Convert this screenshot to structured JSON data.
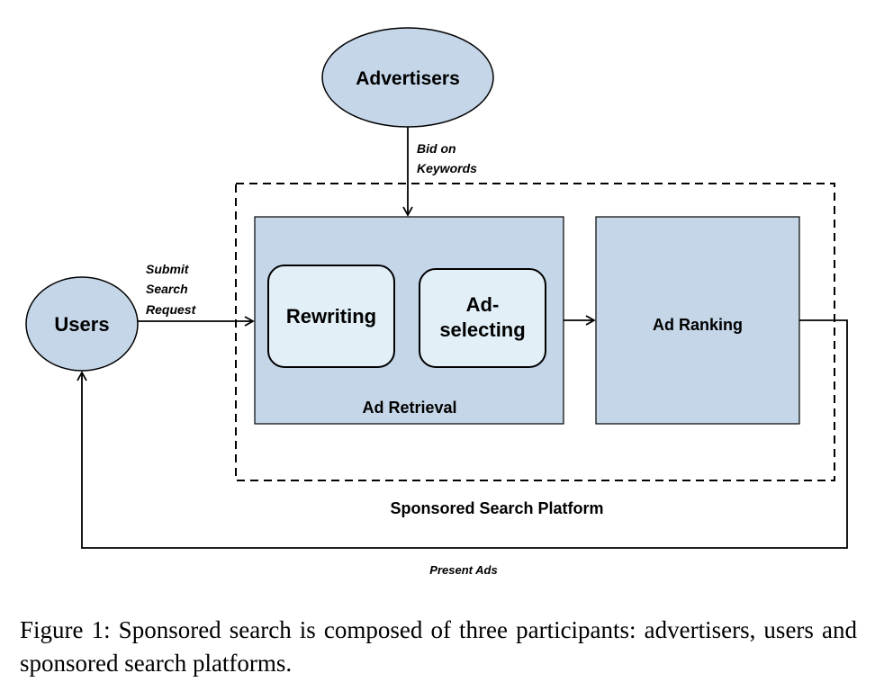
{
  "colors": {
    "node_fill": "#c5d6e8",
    "inner_fill": "#e2eff7",
    "stroke": "#000000",
    "background": "#ffffff"
  },
  "nodes": {
    "advertisers": "Advertisers",
    "users": "Users",
    "rewriting": "Rewriting",
    "ad_selecting_line1": "Ad-",
    "ad_selecting_line2": "selecting",
    "ad_retrieval": "Ad Retrieval",
    "ad_ranking": "Ad Ranking",
    "platform": "Sponsored Search Platform"
  },
  "edges": {
    "bid_line1": "Bid on",
    "bid_line2": "Keywords",
    "submit_line1": "Submit",
    "submit_line2": "Search",
    "submit_line3": "Request",
    "present_ads": "Present Ads"
  },
  "caption": {
    "text": "Figure 1: Sponsored search is composed of three participants: advertisers, users and sponsored search platforms."
  }
}
